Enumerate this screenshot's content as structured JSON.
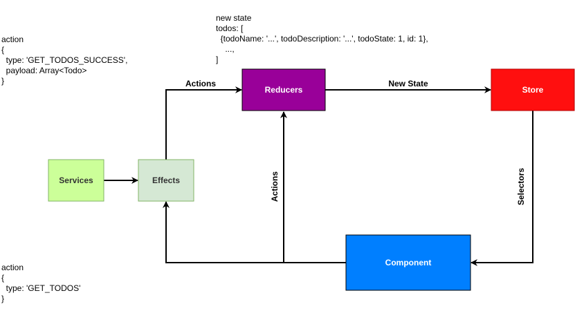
{
  "nodes": {
    "services": {
      "label": "Services",
      "fill": "#ccff99",
      "stroke": "#82b366",
      "text_color": "#333333"
    },
    "effects": {
      "label": "Effects",
      "fill": "#d5e8d4",
      "stroke": "#82b366",
      "text_color": "#333333"
    },
    "reducers": {
      "label": "Reducers",
      "fill": "#990099",
      "stroke": "#000000",
      "text_color": "#ffffff"
    },
    "store": {
      "label": "Store",
      "fill": "#ff0f0f",
      "stroke": "#b20000",
      "text_color": "#ffffff"
    },
    "component": {
      "label": "Component",
      "fill": "#007fff",
      "stroke": "#000000",
      "text_color": "#ffffff"
    }
  },
  "edges": {
    "effects_to_reducers": {
      "label": "Actions"
    },
    "reducers_to_store": {
      "label": "New State"
    },
    "component_to_reducers": {
      "label": "Actions"
    },
    "store_to_component": {
      "label": "Selectors"
    }
  },
  "notes": {
    "success_action": "action\n{\n  type: 'GET_TODOS_SUCCESS',\n  payload: Array<Todo>\n}",
    "new_state": "new state\ntodos: [\n  {todoName: '...', todoDescription: '...', todoState: 1, id: 1},\n    ...,\n]",
    "get_action": "action\n{\n  type: 'GET_TODOS'\n}"
  }
}
